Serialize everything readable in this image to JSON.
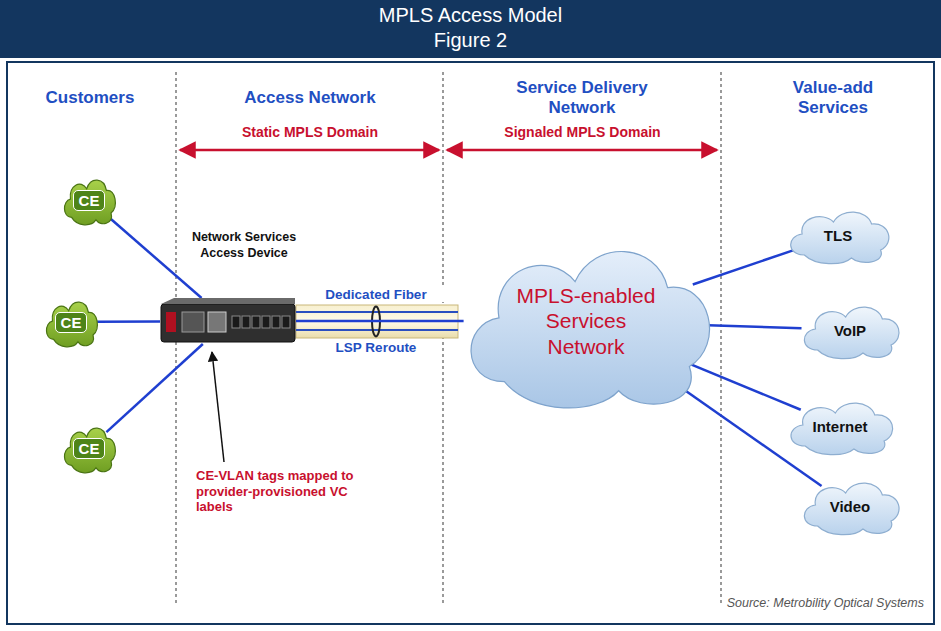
{
  "diagram": {
    "title": "MPLS Access Model",
    "nodes": [
      {
        "text": [
          "CE"
        ]
      },
      {
        "text": [
          "CE"
        ]
      },
      {
        "text": [
          "CE"
        ]
      },
      {
        "text": [
          "Network Services Access Device"
        ]
      },
      {
        "text": [
          "MPLS-enabled Services Network"
        ]
      },
      {
        "text": [
          "TLS"
        ]
      },
      {
        "text": [
          "VoIP"
        ]
      },
      {
        "text": [
          "Internet"
        ]
      },
      {
        "text": [
          "Video"
        ]
      }
    ],
    "edges": [
      {
        "from": 0,
        "to": 3,
        "arrow": "none"
      },
      {
        "from": 1,
        "to": 3,
        "arrow": "none"
      },
      {
        "from": 2,
        "to": 3,
        "arrow": "none"
      },
      {
        "from": 3,
        "to": 4,
        "arrow": "none"
      },
      {
        "from": 4,
        "to": 5,
        "arrow": "none"
      },
      {
        "from": 4,
        "to": 6,
        "arrow": "none"
      },
      {
        "from": 4,
        "to": 7,
        "arrow": "none"
      },
      {
        "from": 4,
        "to": 8,
        "arrow": "none"
      }
    ],
    "labels": [
      "Figure 2",
      "Customers",
      "Access Network",
      "Service Delivery Network",
      "Value-add Services",
      "Static MPLS Domain",
      "Signaled MPLS Domain",
      "Dedicated Fiber",
      "LSP Reroute",
      "CE-VLAN tags mapped to provider-provisioned VC labels",
      "Source: Metrobility Optical Systems"
    ]
  }
}
